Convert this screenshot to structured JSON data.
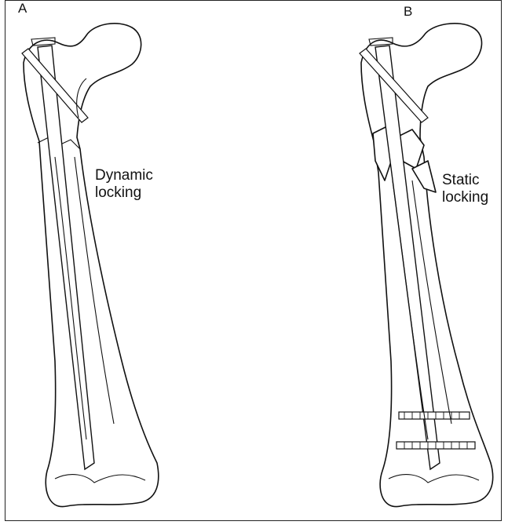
{
  "figure": {
    "panels": [
      {
        "id": "A",
        "label": "A",
        "caption_lines": [
          "Dynamic",
          "locking"
        ]
      },
      {
        "id": "B",
        "label": "B",
        "caption_lines": [
          "Static",
          "locking"
        ]
      }
    ]
  }
}
